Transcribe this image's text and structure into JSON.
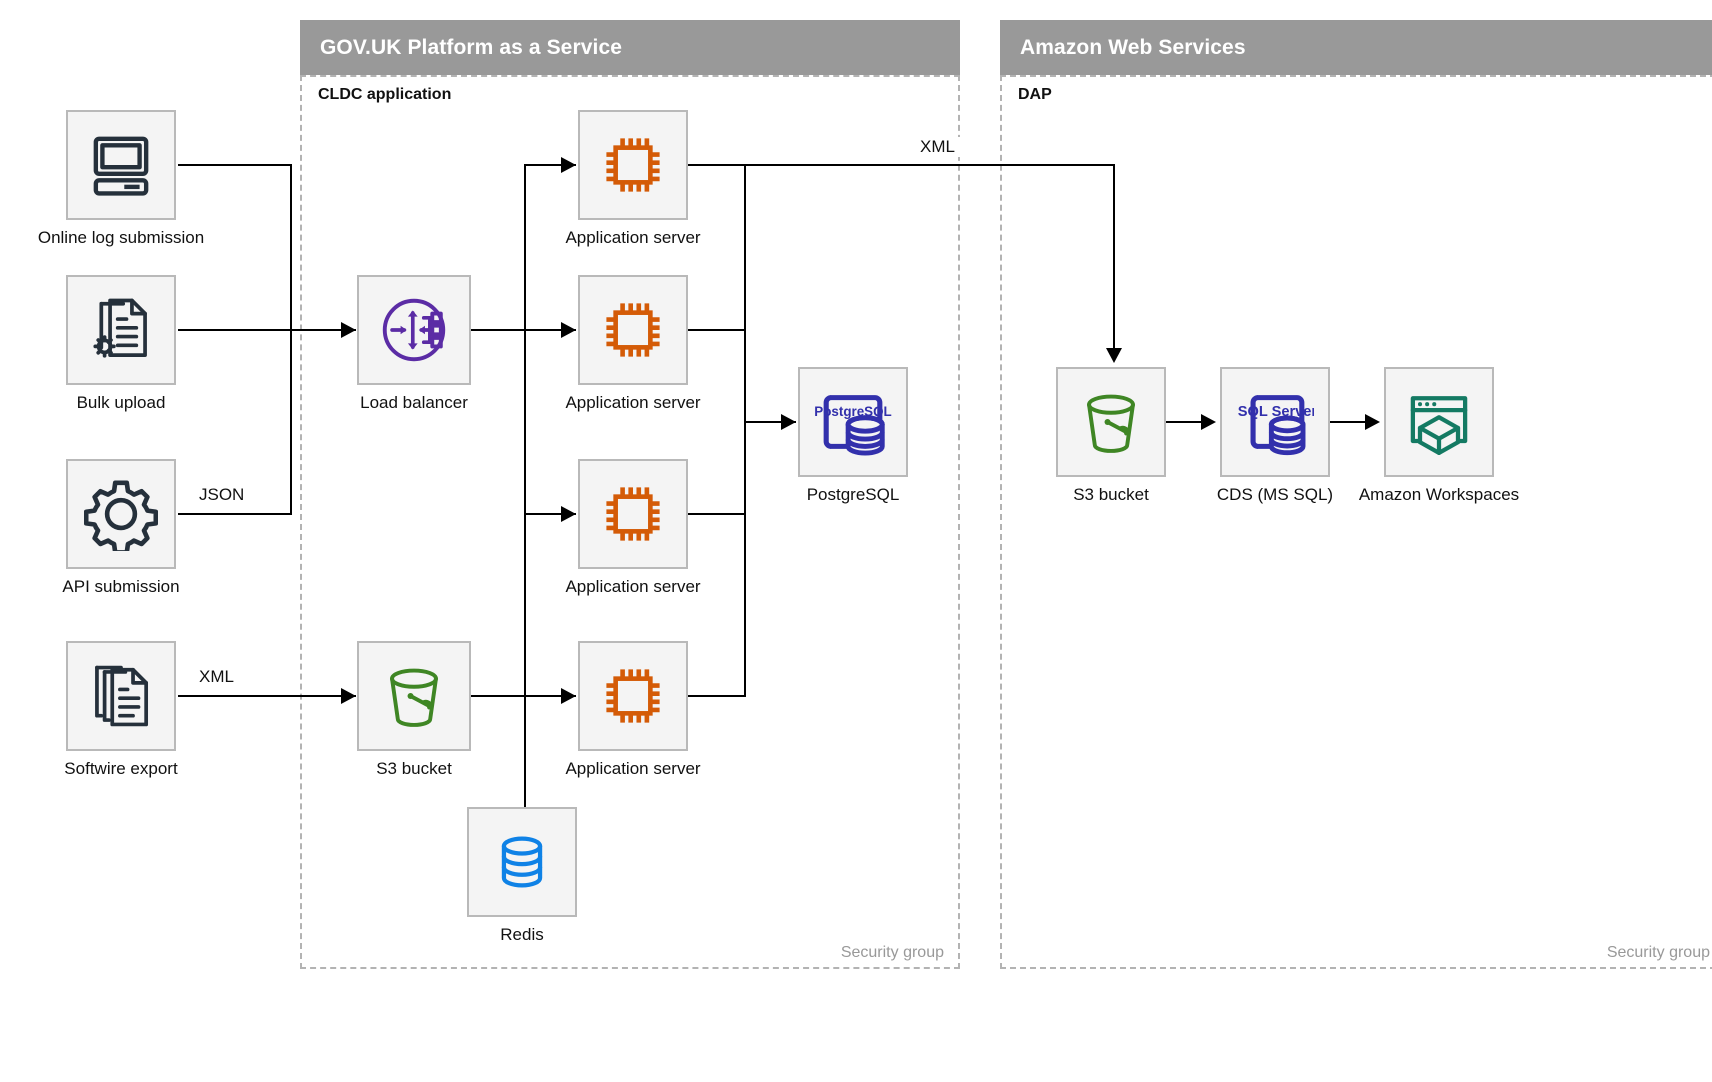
{
  "groups": [
    {
      "id": "paas",
      "title": "GOV.UK Platform as a Service",
      "subtitle": "CLDC application",
      "security_label": "Security group",
      "header_color": "#999999"
    },
    {
      "id": "aws",
      "title": "Amazon Web Services",
      "subtitle": "DAP",
      "security_label": "Security group",
      "header_color": "#999999"
    }
  ],
  "nodes": {
    "online_log": {
      "label": "Online log submission",
      "icon": "desktop-computer-icon",
      "color": "#25303b"
    },
    "bulk_upload": {
      "label": "Bulk upload",
      "icon": "document-gear-icon",
      "color": "#25303b"
    },
    "api_submission": {
      "label": "API submission",
      "icon": "gear-icon",
      "color": "#25303b"
    },
    "softwire_export": {
      "label": "Softwire export",
      "icon": "documents-stack-icon",
      "color": "#25303b"
    },
    "load_balancer": {
      "label": "Load balancer",
      "icon": "load-balancer-icon",
      "color": "#5b2ca5"
    },
    "app_server_1": {
      "label": "Application server",
      "icon": "cpu-chip-icon",
      "color": "#d45b07"
    },
    "app_server_2": {
      "label": "Application server",
      "icon": "cpu-chip-icon",
      "color": "#d45b07"
    },
    "app_server_3": {
      "label": "Application server",
      "icon": "cpu-chip-icon",
      "color": "#d45b07"
    },
    "app_server_4": {
      "label": "Application server",
      "icon": "cpu-chip-icon",
      "color": "#d45b07"
    },
    "postgresql": {
      "label": "PostgreSQL",
      "icon": "postgresql-icon",
      "color": "#3230ac",
      "icon_text": "PostgreSQL"
    },
    "s3_paas": {
      "label": "S3 bucket",
      "icon": "s3-bucket-icon",
      "color": "#3f8624"
    },
    "redis": {
      "label": "Redis",
      "icon": "redis-database-icon",
      "color": "#0f82e6"
    },
    "s3_aws": {
      "label": "S3 bucket",
      "icon": "s3-bucket-icon",
      "color": "#3f8624"
    },
    "cds": {
      "label": "CDS (MS SQL)",
      "icon": "sql-server-icon",
      "color": "#3230ac",
      "icon_text": "SQL Server"
    },
    "workspaces": {
      "label": "Amazon Workspaces",
      "icon": "amazon-workspaces-icon",
      "color": "#147a63"
    }
  },
  "edges": [
    {
      "id": "json",
      "label": "JSON",
      "from": "api_submission",
      "to": "load_balancer"
    },
    {
      "id": "xml_softwire",
      "label": "XML",
      "from": "softwire_export",
      "to": "s3_paas"
    },
    {
      "id": "xml_dap",
      "label": "XML",
      "from": "app_server_1",
      "to": "s3_aws"
    }
  ]
}
